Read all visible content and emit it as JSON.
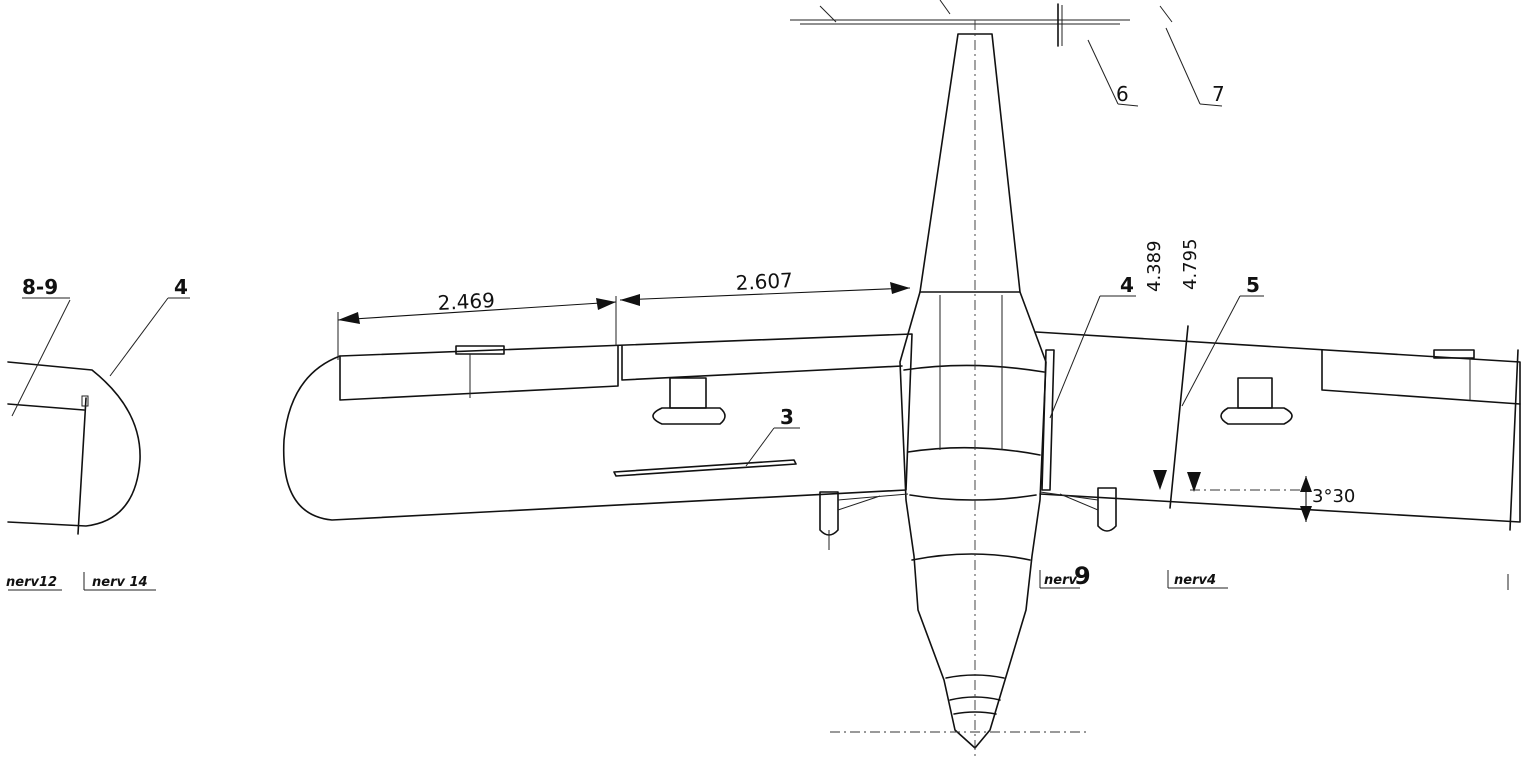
{
  "labels": {
    "ref_6": "6",
    "ref_7": "7",
    "ref_8_9": "8-9",
    "ref_4_left": "4",
    "ref_3": "3",
    "ref_4_right": "4",
    "ref_5": "5",
    "ref_9": "9"
  },
  "dimensions": {
    "span_outer": "2.469",
    "span_inner": "2.607",
    "station_a": "4.389",
    "station_b": "4.795",
    "dihedral": "3°30"
  },
  "ribs": {
    "nerv_12": "nerv12",
    "nerv_14": "nerv 14",
    "nerv_9": "nerv",
    "nerv_4": "nerv4"
  },
  "colors": {
    "ink": "#111111",
    "paper": "#ffffff"
  }
}
